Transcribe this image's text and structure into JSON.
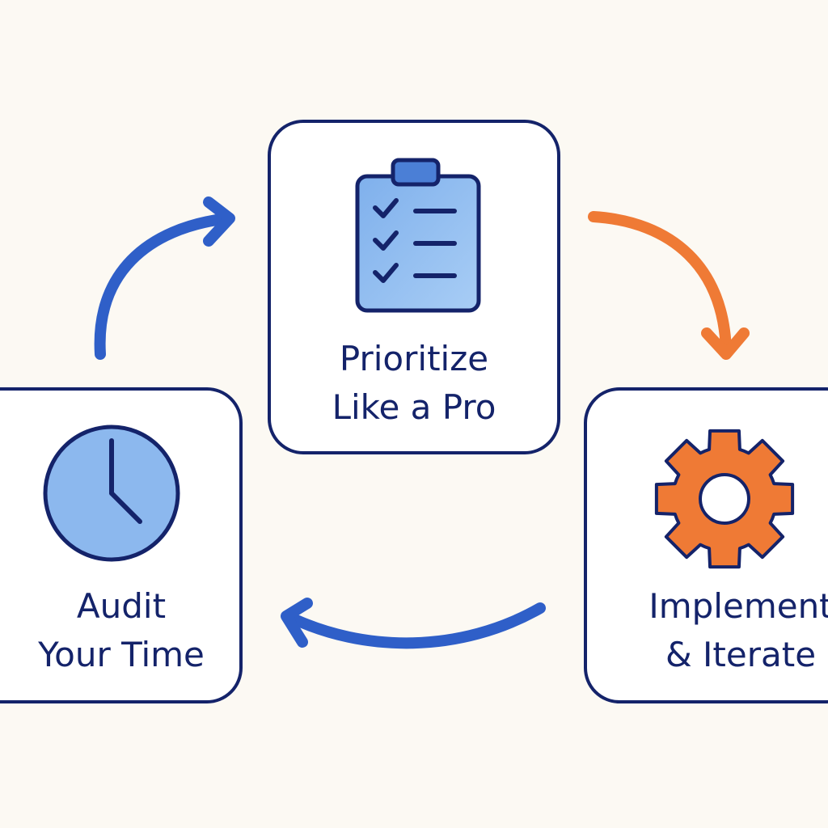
{
  "steps": [
    {
      "id": "prioritize",
      "line1": "Prioritize",
      "line2": "Like a Pro",
      "icon": "clipboard-checklist-icon"
    },
    {
      "id": "implement",
      "line1": "Implement",
      "line2": "& Iterate",
      "icon": "gear-icon"
    },
    {
      "id": "audit",
      "line1": "Audit",
      "line2": "Your Time",
      "icon": "clock-icon"
    }
  ],
  "colors": {
    "background": "#fcf9f3",
    "outline": "#14236a",
    "blue_accent": "#2f5fc8",
    "light_blue": "#8cb8ee",
    "orange_accent": "#ef7a35"
  }
}
